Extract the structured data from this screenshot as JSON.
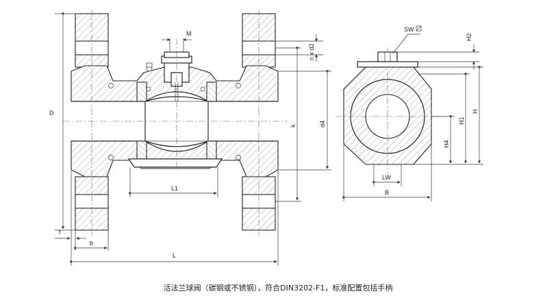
{
  "caption": "活法兰球阀（碳钢或不锈钢），符合DIN3202-F1，标准配置包括手柄",
  "labels": {
    "M": "M",
    "n_x_d2": "n x d2",
    "k": "k",
    "d4": "d4",
    "D": "D",
    "L1": "L1",
    "L": "L",
    "f": "f",
    "b": "b",
    "SW": "SW",
    "H2": "H2",
    "H1": "H1",
    "H": "H",
    "H4": "H4",
    "LW": "LW",
    "B": "B"
  }
}
